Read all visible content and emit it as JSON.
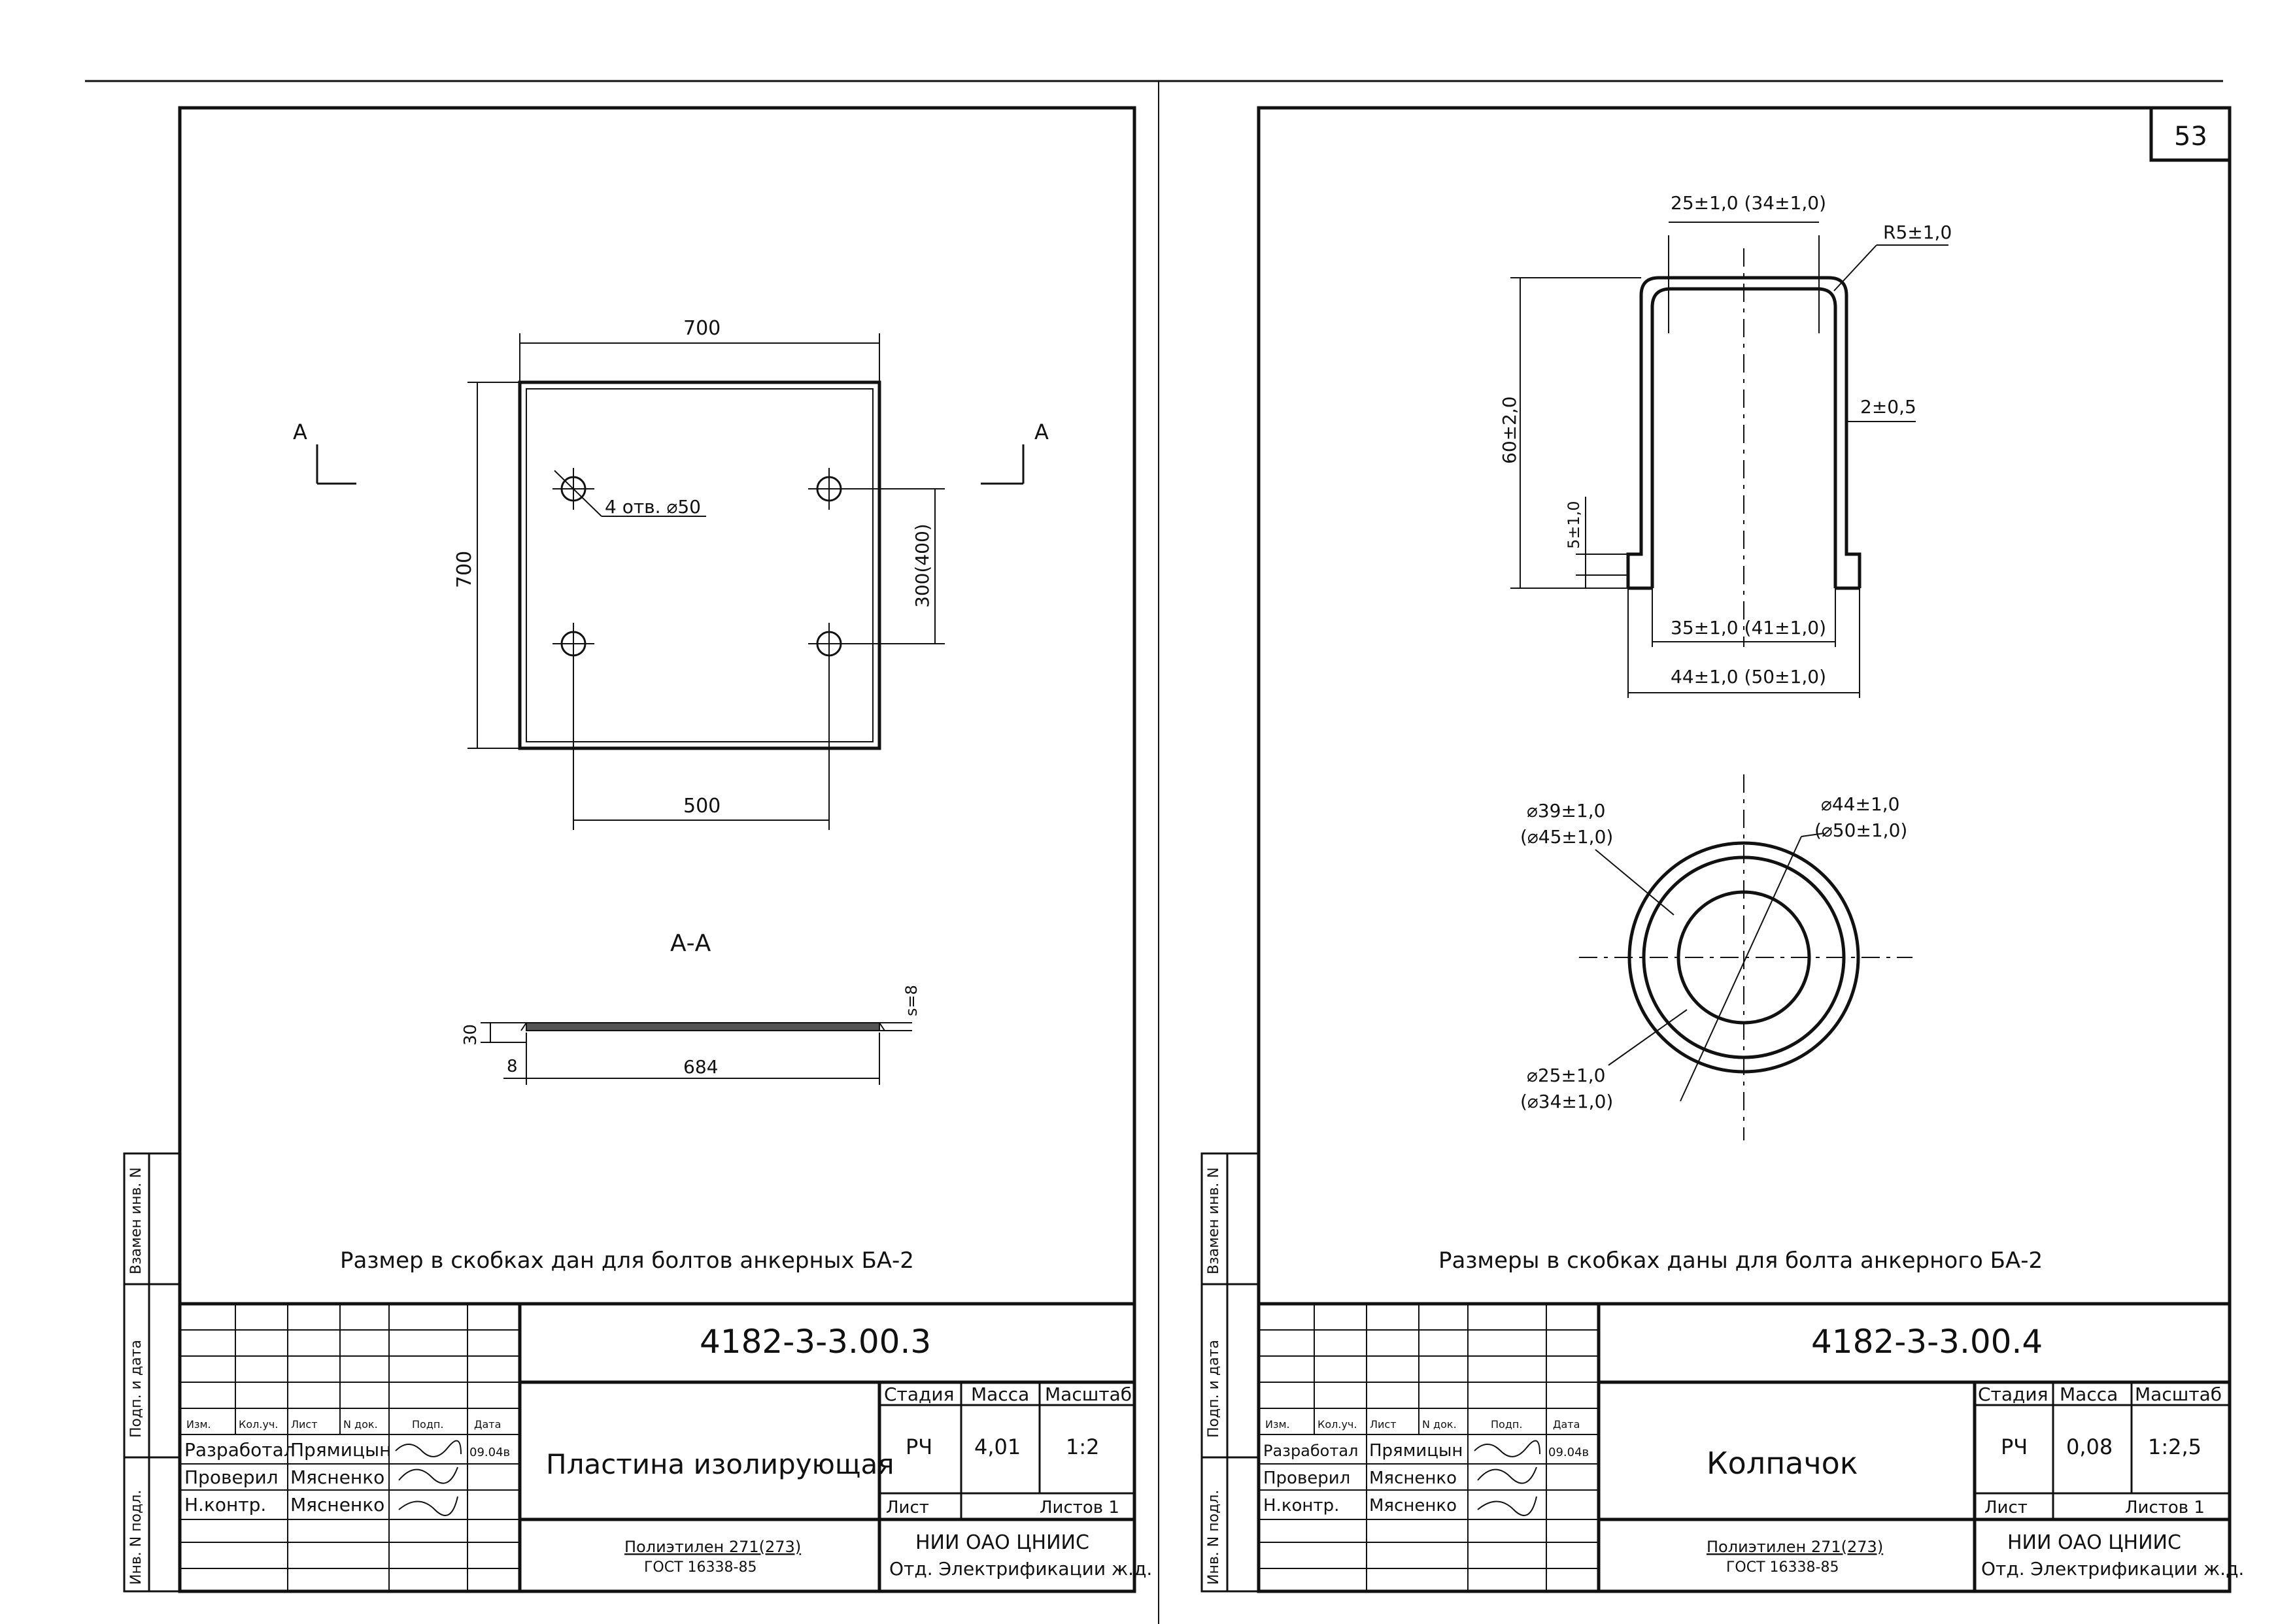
{
  "sheets": [
    {
      "code": "4182-3-3.00.3",
      "title": "Пластина изолирующая",
      "stage": "РЧ",
      "mass": "4,01",
      "scale": "1:2",
      "material_line1": "Полиэтилен 271(273)",
      "material_line2": "ГОСТ 16338-85",
      "org_line1": "НИИ  ОАО ЦНИИС",
      "org_line2": "Отд. Электрификации ж.д.",
      "sheet_label": "Лист",
      "sheets_label": "Листов 1",
      "col_headers": [
        "Изм.",
        "Кол.уч.",
        "Лист",
        "N док.",
        "Подп.",
        "Дата"
      ],
      "rows": [
        {
          "role": "Разработал",
          "name": "Прямицын",
          "date": "09.04в"
        },
        {
          "role": "Проверил",
          "name": "Мясненко",
          "date": ""
        },
        {
          "role": "Н.контр.",
          "name": "Мясненко",
          "date": ""
        }
      ],
      "stage_header": "Стадия",
      "mass_header": "Масса",
      "scale_header": "Масштаб",
      "note": "Размер в скобках дан для болтов анкерных БА-2",
      "dims": {
        "top_width": "700",
        "side_height": "700",
        "holes": "4 отв. ⌀50",
        "hole_spacing_v": "300(400)",
        "hole_spacing_h": "500",
        "section_label": "А-А",
        "section_arrow_left": "А",
        "section_arrow_right": "А",
        "section_height": "30",
        "section_offset": "8",
        "section_length": "684",
        "thickness": "s=8"
      }
    },
    {
      "code": "4182-3-3.00.4",
      "title": "Колпачок",
      "stage": "РЧ",
      "mass": "0,08",
      "scale": "1:2,5",
      "page_number": "53",
      "material_line1": "Полиэтилен 271(273)",
      "material_line2": "ГОСТ 16338-85",
      "org_line1": "НИИ  ОАО ЦНИИС",
      "org_line2": "Отд. Электрификации ж.д.",
      "sheet_label": "Лист",
      "sheets_label": "Листов 1",
      "col_headers": [
        "Изм.",
        "Кол.уч.",
        "Лист",
        "N док.",
        "Подп.",
        "Дата"
      ],
      "rows": [
        {
          "role": "Разработал",
          "name": "Прямицын",
          "date": "09.04в"
        },
        {
          "role": "Проверил",
          "name": "Мясненко",
          "date": ""
        },
        {
          "role": "Н.контр.",
          "name": "Мясненко",
          "date": ""
        }
      ],
      "stage_header": "Стадия",
      "mass_header": "Масса",
      "scale_header": "Масштаб",
      "note": "Размеры в скобках даны для болта анкерного БА-2",
      "dims": {
        "top_inner": "25±1,0 (34±1,0)",
        "radius": "R5±1,0",
        "height": "60±2,0",
        "wall": "2±0,5",
        "flange": "5±1,0",
        "inner_bottom": "35±1,0 (41±1,0)",
        "outer_bottom": "44±1,0 (50±1,0)",
        "d39": "⌀39±1,0",
        "d45": "(⌀45±1,0)",
        "d44": "⌀44±1,0",
        "d50": "(⌀50±1,0)",
        "d25": "⌀25±1,0",
        "d34": "(⌀34±1,0)"
      }
    }
  ],
  "side_labels": [
    "Взамен инв. N",
    "Подп. и дата",
    "Инв. N подл."
  ]
}
